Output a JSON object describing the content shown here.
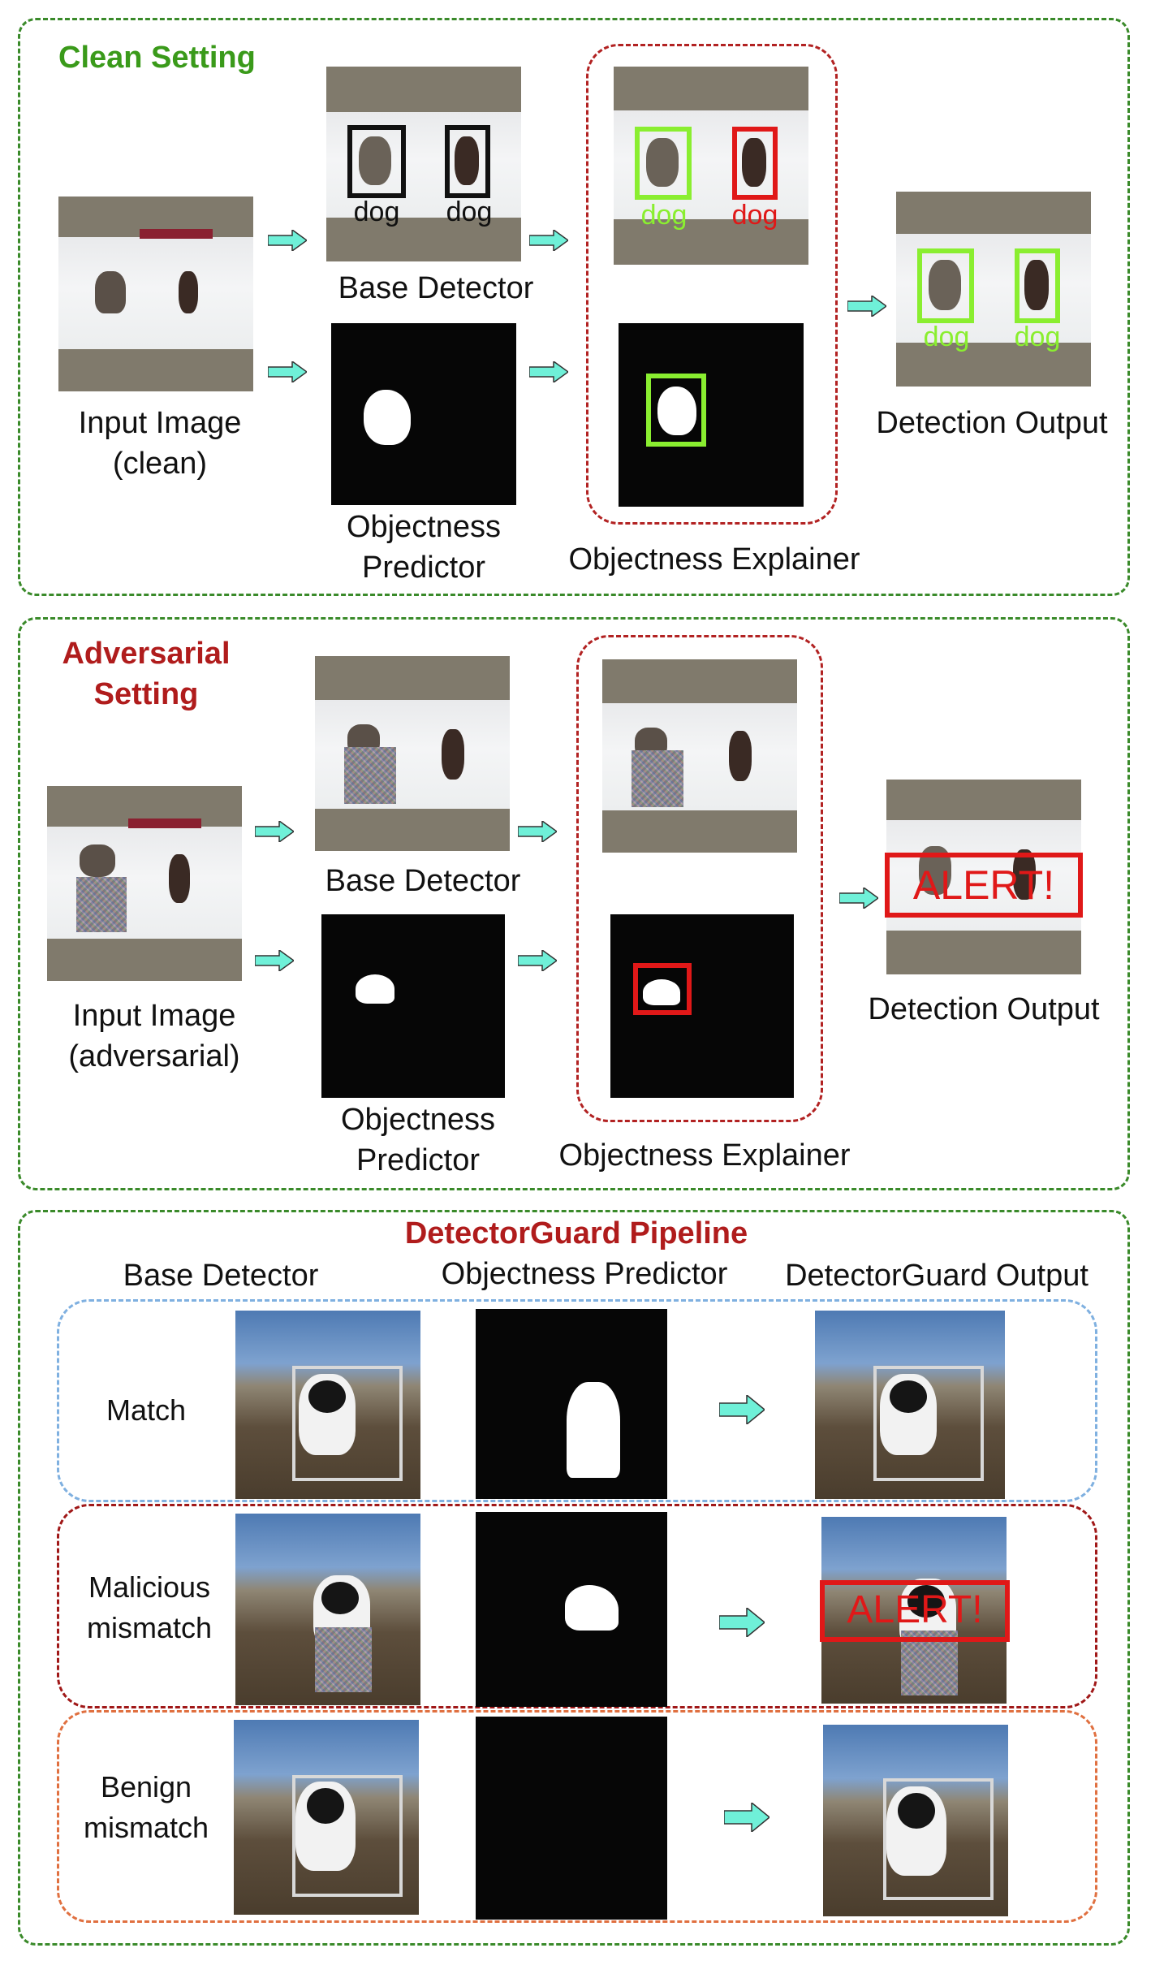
{
  "colors": {
    "panel_border": "#3a8a2a",
    "explainer_border": "#b22222",
    "match_border": "#7fb0e0",
    "malicious_border": "#a01818",
    "benign_border": "#e07040",
    "arrow_fill": "#6ff0d8",
    "green_box": "#8aee30",
    "red_box": "#e01818"
  },
  "clean": {
    "title": "Clean Setting",
    "input_label": "Input Image\n(clean)",
    "base_detector_label": "Base Detector",
    "objectness_predictor_label": "Objectness\nPredictor",
    "objectness_explainer_label": "Objectness Explainer",
    "detection_output_label": "Detection Output",
    "dog_label": "dog"
  },
  "adversarial": {
    "title": "Adversarial\nSetting",
    "input_label": "Input Image\n(adversarial)",
    "base_detector_label": "Base Detector",
    "objectness_predictor_label": "Objectness\nPredictor",
    "objectness_explainer_label": "Objectness Explainer",
    "detection_output_label": "Detection Output",
    "alert_text": "ALERT!"
  },
  "pipeline": {
    "title": "DetectorGuard Pipeline",
    "columns": [
      "Base Detector",
      "Objectness Predictor",
      "DetectorGuard Output"
    ],
    "rows": [
      {
        "label": "Match"
      },
      {
        "label": "Malicious\nmismatch"
      },
      {
        "label": "Benign\nmismatch"
      }
    ],
    "alert_text": "ALERT!"
  }
}
